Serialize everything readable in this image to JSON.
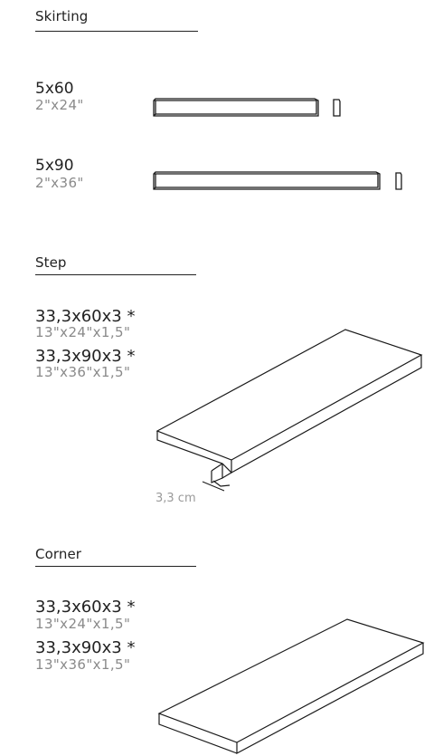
{
  "sections": {
    "skirting": {
      "title": "Skirting",
      "items": [
        {
          "metric": "5x60",
          "imperial": "2\"x24\""
        },
        {
          "metric": "5x90",
          "imperial": "2\"x36\""
        }
      ]
    },
    "step": {
      "title": "Step",
      "items": [
        {
          "metric": "33,3x60x3 *",
          "imperial": "13\"x24\"x1,5\""
        },
        {
          "metric": "33,3x90x3 *",
          "imperial": "13\"x36\"x1,5\""
        }
      ],
      "dimension_label": "3,3 cm"
    },
    "corner": {
      "title": "Corner",
      "items": [
        {
          "metric": "33,3x60x3 *",
          "imperial": "13\"x24\"x1,5\""
        },
        {
          "metric": "33,3x90x3 *",
          "imperial": "13\"x36\"x1,5\""
        }
      ]
    }
  },
  "icons": {
    "skirting_60": "skirting-60-profile-icon",
    "skirting_90": "skirting-90-profile-icon",
    "step": "step-tile-icon",
    "corner": "corner-tile-icon"
  }
}
